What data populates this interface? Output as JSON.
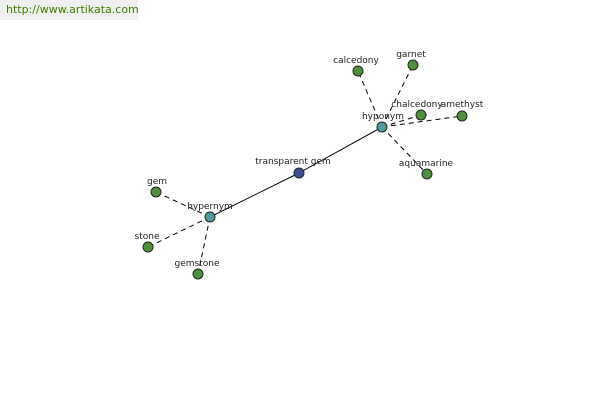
{
  "watermark": "http://www.artikata.com",
  "colors": {
    "center": "#3b4e96",
    "hub": "#4f9a9c",
    "leaf": "#4f8f3f",
    "outline": "#1e2a1e",
    "edge": "#000000"
  },
  "nodes": {
    "center": "transparent gem",
    "hypernym": "hypernym",
    "hyponym": "hyponym",
    "hypernym_children": [
      "gem",
      "stone",
      "gemstone"
    ],
    "hyponym_children": [
      "calcedony",
      "garnet",
      "chalcedony",
      "amethyst",
      "aquamarine"
    ]
  }
}
